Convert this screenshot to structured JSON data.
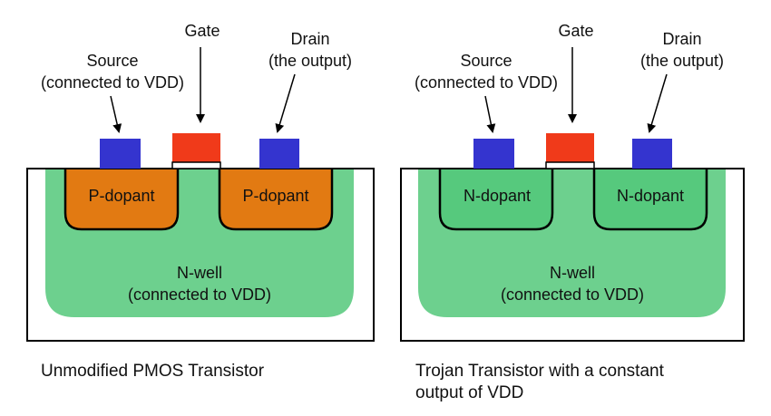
{
  "diagrams": [
    {
      "labels": {
        "gate": "Gate",
        "source": [
          "Source",
          "(connected to VDD)"
        ],
        "drain": [
          "Drain",
          "(the output)"
        ],
        "dopant_left": "P-dopant",
        "dopant_right": "P-dopant",
        "well": [
          "N-well",
          "(connected to VDD)"
        ]
      },
      "caption": [
        "Unmodified PMOS Transistor"
      ],
      "dopant_color": "#E27A12"
    },
    {
      "labels": {
        "gate": "Gate",
        "source": [
          "Source",
          "(connected to VDD)"
        ],
        "drain": [
          "Drain",
          "(the output)"
        ],
        "dopant_left": "N-dopant",
        "dopant_right": "N-dopant",
        "well": [
          "N-well",
          "(connected to VDD)"
        ]
      },
      "caption": [
        "Trojan Transistor with a constant",
        "output of VDD"
      ],
      "dopant_color": "#56C97D"
    }
  ],
  "colors": {
    "well": "#6DD08E",
    "contact": "#3434CF",
    "gate": "#F03A1A",
    "outline": "#000000"
  }
}
